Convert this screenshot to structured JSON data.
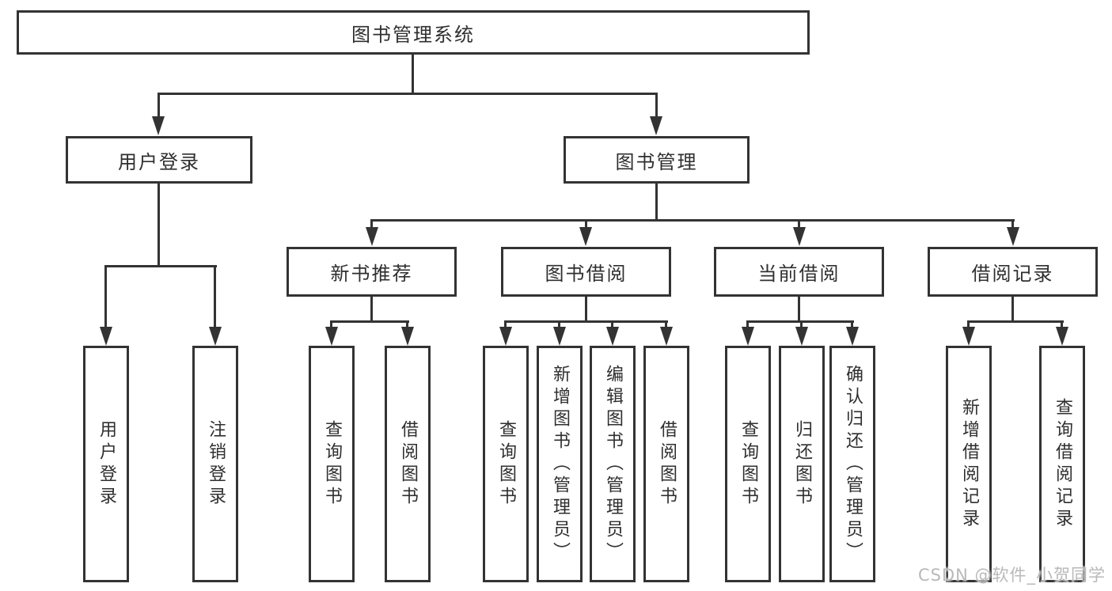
{
  "diagram_type": "hierarchy-tree",
  "tree": {
    "label": "图书管理系统",
    "children": [
      {
        "label": "用户登录",
        "children": [
          {
            "label": "用户登录"
          },
          {
            "label": "注销登录"
          }
        ]
      },
      {
        "label": "图书管理",
        "children": [
          {
            "label": "新书推荐",
            "children": [
              {
                "label": "查询图书"
              },
              {
                "label": "借阅图书"
              }
            ]
          },
          {
            "label": "图书借阅",
            "children": [
              {
                "label": "查询图书"
              },
              {
                "label": "新增图书（管理员）"
              },
              {
                "label": "编辑图书（管理员）"
              },
              {
                "label": "借阅图书"
              }
            ]
          },
          {
            "label": "当前借阅",
            "children": [
              {
                "label": "查询图书"
              },
              {
                "label": "归还图书"
              },
              {
                "label": "确认归还（管理员）"
              }
            ]
          },
          {
            "label": "借阅记录",
            "children": [
              {
                "label": "新增借阅记录"
              },
              {
                "label": "查询借阅记录"
              }
            ]
          }
        ]
      }
    ]
  },
  "watermark": {
    "text": "CSDN @软件_小贺同学"
  },
  "colors": {
    "line": "#333333",
    "box_border": "#333333",
    "text": "#2f2f2f",
    "watermark": "#b9b9b9",
    "background": "#ffffff"
  }
}
